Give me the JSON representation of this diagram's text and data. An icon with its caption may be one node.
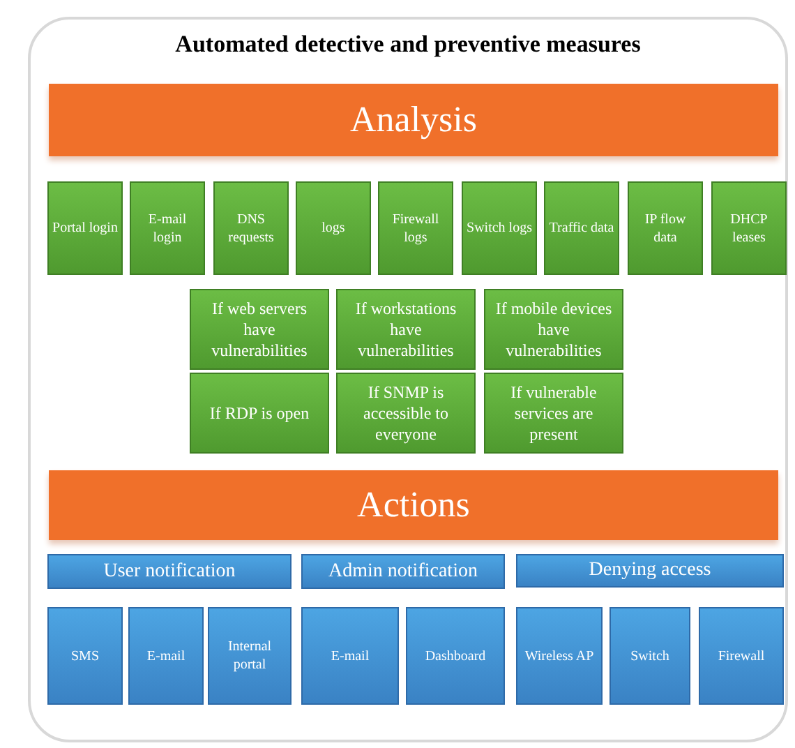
{
  "diagram": {
    "nodes": [
      {
        "text": [
          "Automated detective and preventive measures"
        ]
      },
      {
        "text": [
          "Analysis"
        ],
        "in": 0
      },
      {
        "text": [
          "Portal login"
        ],
        "in": 0
      },
      {
        "text": [
          "E-mail login"
        ],
        "in": 0
      },
      {
        "text": [
          "DNS requests"
        ],
        "in": 0
      },
      {
        "text": [
          "logs"
        ],
        "in": 0
      },
      {
        "text": [
          "Firewall logs"
        ],
        "in": 0
      },
      {
        "text": [
          "Switch logs"
        ],
        "in": 0
      },
      {
        "text": [
          "Traffic data"
        ],
        "in": 0
      },
      {
        "text": [
          "IP flow data"
        ],
        "in": 0
      },
      {
        "text": [
          "DHCP leases"
        ],
        "in": 0
      },
      {
        "text": [
          "If web servers have vulnerabilities"
        ],
        "in": 0
      },
      {
        "text": [
          "If workstations have vulnerabilities"
        ],
        "in": 0
      },
      {
        "text": [
          "If mobile devices have vulnerabilities"
        ],
        "in": 0
      },
      {
        "text": [
          "If RDP is open"
        ],
        "in": 0
      },
      {
        "text": [
          "If SNMP is accessible to everyone"
        ],
        "in": 0
      },
      {
        "text": [
          "If vulnerable services are present"
        ],
        "in": 0
      },
      {
        "text": [
          "Actions"
        ],
        "in": 0
      },
      {
        "text": [
          "User notification"
        ],
        "in": 0
      },
      {
        "text": [
          "Admin notification"
        ],
        "in": 0
      },
      {
        "text": [
          "Denying access"
        ],
        "in": 0
      },
      {
        "text": [
          "SMS"
        ],
        "in": 0
      },
      {
        "text": [
          "E-mail"
        ],
        "in": 0
      },
      {
        "text": [
          "Internal portal"
        ],
        "in": 0
      },
      {
        "text": [
          "E-mail"
        ],
        "in": 0
      },
      {
        "text": [
          "Dashboard"
        ],
        "in": 0
      },
      {
        "text": [
          "Wireless AP"
        ],
        "in": 0
      },
      {
        "text": [
          "Switch"
        ],
        "in": 0
      },
      {
        "text": [
          "Firewall"
        ],
        "in": 0
      }
    ]
  }
}
